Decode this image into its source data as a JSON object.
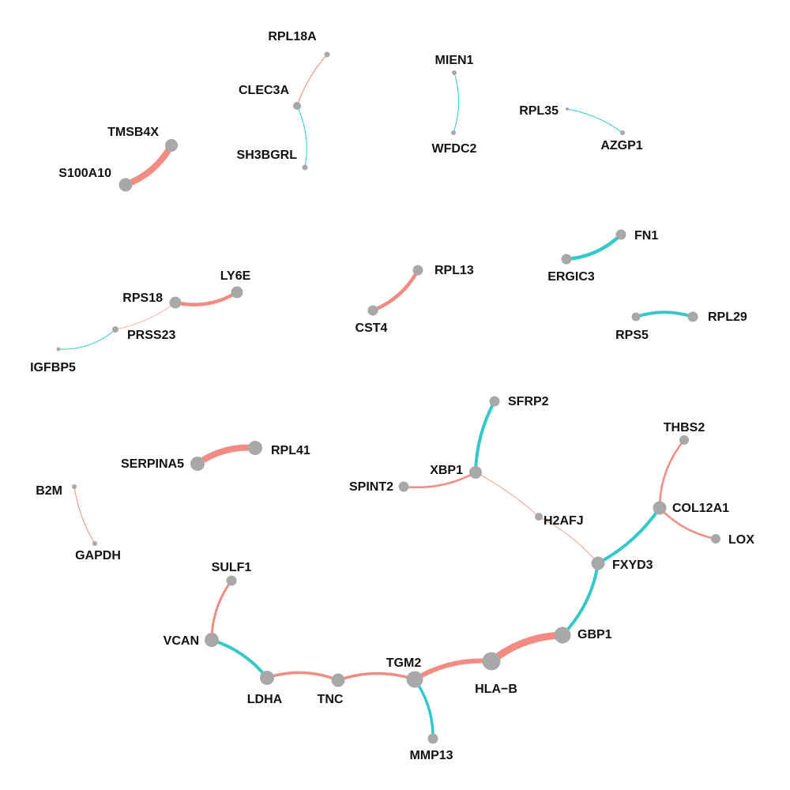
{
  "chart_data": {
    "type": "network",
    "colors": {
      "positive": "#f28b82",
      "negative": "#33c9c9",
      "node": "#a8a8a8"
    },
    "nodes": [
      {
        "id": "RPL18A",
        "label": "RPL18A"
      },
      {
        "id": "CLEC3A",
        "label": "CLEC3A"
      },
      {
        "id": "SH3BGRL",
        "label": "SH3BGRL"
      },
      {
        "id": "MIEN1",
        "label": "MIEN1"
      },
      {
        "id": "WFDC2",
        "label": "WFDC2"
      },
      {
        "id": "RPL35",
        "label": "RPL35"
      },
      {
        "id": "AZGP1",
        "label": "AZGP1"
      },
      {
        "id": "TMSB4X",
        "label": "TMSB4X"
      },
      {
        "id": "S100A10",
        "label": "S100A10"
      },
      {
        "id": "FN1",
        "label": "FN1"
      },
      {
        "id": "ERGIC3",
        "label": "ERGIC3"
      },
      {
        "id": "LY6E",
        "label": "LY6E"
      },
      {
        "id": "RPS18",
        "label": "RPS18"
      },
      {
        "id": "PRSS23",
        "label": "PRSS23"
      },
      {
        "id": "IGFBP5",
        "label": "IGFBP5"
      },
      {
        "id": "RPL13",
        "label": "RPL13"
      },
      {
        "id": "CST4",
        "label": "CST4"
      },
      {
        "id": "RPL29",
        "label": "RPL29"
      },
      {
        "id": "RPS5",
        "label": "RPS5"
      },
      {
        "id": "SFRP2",
        "label": "SFRP2"
      },
      {
        "id": "THBS2",
        "label": "THBS2"
      },
      {
        "id": "XBP1",
        "label": "XBP1"
      },
      {
        "id": "SPINT2",
        "label": "SPINT2"
      },
      {
        "id": "H2AFJ",
        "label": "H2AFJ"
      },
      {
        "id": "COL12A1",
        "label": "COL12A1"
      },
      {
        "id": "LOX",
        "label": "LOX"
      },
      {
        "id": "FXYD3",
        "label": "FXYD3"
      },
      {
        "id": "SERPINA5",
        "label": "SERPINA5"
      },
      {
        "id": "RPL41",
        "label": "RPL41"
      },
      {
        "id": "B2M",
        "label": "B2M"
      },
      {
        "id": "GAPDH",
        "label": "GAPDH"
      },
      {
        "id": "SULF1",
        "label": "SULF1"
      },
      {
        "id": "VCAN",
        "label": "VCAN"
      },
      {
        "id": "LDHA",
        "label": "LDHA"
      },
      {
        "id": "TNC",
        "label": "TNC"
      },
      {
        "id": "TGM2",
        "label": "TGM2"
      },
      {
        "id": "HLA-B",
        "label": "HLA−B"
      },
      {
        "id": "GBP1",
        "label": "GBP1"
      },
      {
        "id": "MMP13",
        "label": "MMP13"
      }
    ],
    "edges": [
      {
        "source": "RPL18A",
        "target": "CLEC3A",
        "sign": "positive"
      },
      {
        "source": "CLEC3A",
        "target": "SH3BGRL",
        "sign": "negative"
      },
      {
        "source": "MIEN1",
        "target": "WFDC2",
        "sign": "negative"
      },
      {
        "source": "RPL35",
        "target": "AZGP1",
        "sign": "negative"
      },
      {
        "source": "TMSB4X",
        "target": "S100A10",
        "sign": "positive"
      },
      {
        "source": "FN1",
        "target": "ERGIC3",
        "sign": "negative"
      },
      {
        "source": "LY6E",
        "target": "RPS18",
        "sign": "positive"
      },
      {
        "source": "RPS18",
        "target": "PRSS23",
        "sign": "positive"
      },
      {
        "source": "PRSS23",
        "target": "IGFBP5",
        "sign": "negative"
      },
      {
        "source": "RPL13",
        "target": "CST4",
        "sign": "positive"
      },
      {
        "source": "RPS5",
        "target": "RPL29",
        "sign": "negative"
      },
      {
        "source": "SFRP2",
        "target": "XBP1",
        "sign": "negative"
      },
      {
        "source": "SPINT2",
        "target": "XBP1",
        "sign": "positive"
      },
      {
        "source": "XBP1",
        "target": "H2AFJ",
        "sign": "positive"
      },
      {
        "source": "H2AFJ",
        "target": "FXYD3",
        "sign": "positive"
      },
      {
        "source": "THBS2",
        "target": "COL12A1",
        "sign": "positive"
      },
      {
        "source": "COL12A1",
        "target": "LOX",
        "sign": "positive"
      },
      {
        "source": "COL12A1",
        "target": "FXYD3",
        "sign": "negative"
      },
      {
        "source": "FXYD3",
        "target": "GBP1",
        "sign": "negative"
      },
      {
        "source": "SERPINA5",
        "target": "RPL41",
        "sign": "positive"
      },
      {
        "source": "B2M",
        "target": "GAPDH",
        "sign": "positive"
      },
      {
        "source": "SULF1",
        "target": "VCAN",
        "sign": "positive"
      },
      {
        "source": "VCAN",
        "target": "LDHA",
        "sign": "negative"
      },
      {
        "source": "LDHA",
        "target": "TNC",
        "sign": "positive"
      },
      {
        "source": "TNC",
        "target": "TGM2",
        "sign": "positive"
      },
      {
        "source": "TGM2",
        "target": "HLA-B",
        "sign": "positive"
      },
      {
        "source": "HLA-B",
        "target": "GBP1",
        "sign": "positive"
      },
      {
        "source": "TGM2",
        "target": "MMP13",
        "sign": "negative"
      }
    ]
  }
}
